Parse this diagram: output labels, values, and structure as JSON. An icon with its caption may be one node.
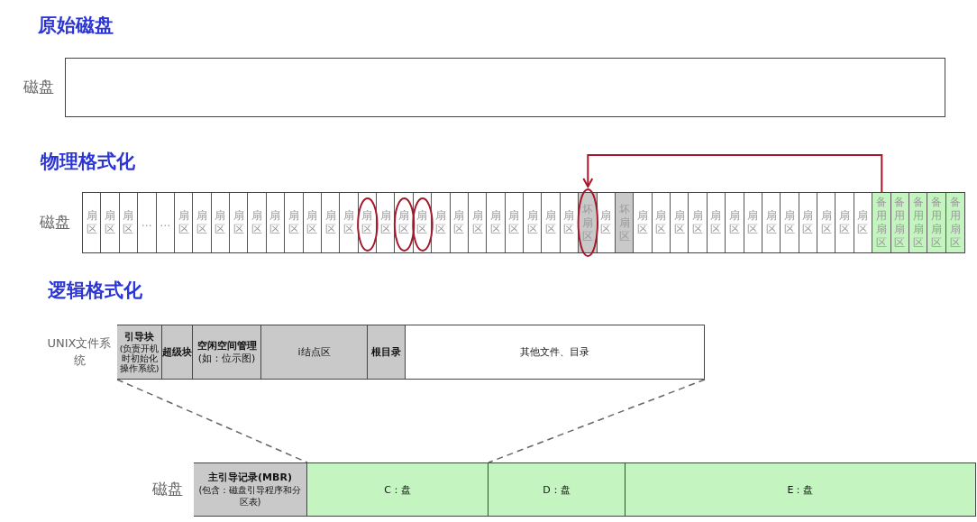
{
  "diagram": {
    "nodes": [
      {
        "text": [
          "磁盘"
        ]
      },
      {
        "text": [
          "磁盘"
        ]
      },
      {
        "text": [
          "扇区"
        ],
        "in": 1
      },
      {
        "text": [
          "扇区"
        ],
        "in": 1
      },
      {
        "text": [
          "扇区"
        ],
        "in": 1
      },
      {
        "text": [
          "…"
        ],
        "in": 1
      },
      {
        "text": [
          "…"
        ],
        "in": 1
      },
      {
        "text": [
          "扇区"
        ],
        "in": 1
      },
      {
        "text": [
          "扇区"
        ],
        "in": 1
      },
      {
        "text": [
          "扇区"
        ],
        "in": 1
      },
      {
        "text": [
          "扇区"
        ],
        "in": 1
      },
      {
        "text": [
          "扇区"
        ],
        "in": 1
      },
      {
        "text": [
          "扇区"
        ],
        "in": 1
      },
      {
        "text": [
          "扇区"
        ],
        "in": 1
      },
      {
        "text": [
          "扇区"
        ],
        "in": 1
      },
      {
        "text": [
          "扇区"
        ],
        "in": 1
      },
      {
        "text": [
          "扇区"
        ],
        "in": 1
      },
      {
        "text": [
          "扇区"
        ],
        "in": 1
      },
      {
        "text": [
          "扇区"
        ],
        "in": 1
      },
      {
        "text": [
          "扇区"
        ],
        "in": 1
      },
      {
        "text": [
          "扇区"
        ],
        "in": 1
      },
      {
        "text": [
          "扇区"
        ],
        "in": 1
      },
      {
        "text": [
          "扇区"
        ],
        "in": 1
      },
      {
        "text": [
          "扇区"
        ],
        "in": 1
      },
      {
        "text": [
          "扇区"
        ],
        "in": 1
      },
      {
        "text": [
          "扇区"
        ],
        "in": 1
      },
      {
        "text": [
          "扇区"
        ],
        "in": 1
      },
      {
        "text": [
          "扇区"
        ],
        "in": 1
      },
      {
        "text": [
          "扇区"
        ],
        "in": 1
      },
      {
        "text": [
          "坏扇区"
        ],
        "in": 1
      },
      {
        "text": [
          "扇区"
        ],
        "in": 1
      },
      {
        "text": [
          "坏扇区"
        ],
        "in": 1
      },
      {
        "text": [
          "扇区"
        ],
        "in": 1
      },
      {
        "text": [
          "扇区"
        ],
        "in": 1
      },
      {
        "text": [
          "扇区"
        ],
        "in": 1
      },
      {
        "text": [
          "扇区"
        ],
        "in": 1
      },
      {
        "text": [
          "扇区"
        ],
        "in": 1
      },
      {
        "text": [
          "扇区"
        ],
        "in": 1
      },
      {
        "text": [
          "扇区"
        ],
        "in": 1
      },
      {
        "text": [
          "扇区"
        ],
        "in": 1
      },
      {
        "text": [
          "扇区"
        ],
        "in": 1
      },
      {
        "text": [
          "扇区"
        ],
        "in": 1
      },
      {
        "text": [
          "扇区"
        ],
        "in": 1
      },
      {
        "text": [
          "扇区"
        ],
        "in": 1
      },
      {
        "text": [
          "扇区"
        ],
        "in": 1
      },
      {
        "text": [
          "备用扇区"
        ],
        "in": 1
      },
      {
        "text": [
          "备用扇区"
        ],
        "in": 1
      },
      {
        "text": [
          "备用扇区"
        ],
        "in": 1
      },
      {
        "text": [
          "备用扇区"
        ],
        "in": 1
      },
      {
        "text": [
          "备用扇区"
        ],
        "in": 1
      },
      {
        "text": [
          "UNIX文件系统"
        ]
      },
      {
        "text": [
          "引导块",
          "(负责开机时初始化操作系统)"
        ],
        "in": 50
      },
      {
        "text": [
          "超级块"
        ],
        "in": 50
      },
      {
        "text": [
          "空闲空间管理",
          "(如：位示图)"
        ],
        "in": 50
      },
      {
        "text": [
          "i结点区"
        ],
        "in": 50
      },
      {
        "text": [
          "根目录"
        ],
        "in": 50
      },
      {
        "text": [
          "其他文件、目录"
        ],
        "in": 50
      },
      {
        "text": [
          "磁盘"
        ]
      },
      {
        "text": [
          "主引导记录(MBR)",
          "(包含：磁盘引导程序和分区表)"
        ],
        "in": 57
      },
      {
        "text": [
          "C：盘"
        ],
        "in": 57
      },
      {
        "text": [
          "D：盘"
        ],
        "in": 57
      },
      {
        "text": [
          "E：盘"
        ],
        "in": 57
      }
    ],
    "edges": [
      {
        "from": 45,
        "to": 29,
        "arrow": "to",
        "color": "#a5182a"
      },
      {
        "from": 50,
        "to": 59,
        "arrow": "none",
        "style": "dashed"
      },
      {
        "from": 50,
        "to": 59,
        "arrow": "none",
        "style": "dashed"
      }
    ],
    "labels": [
      "原始磁盘",
      "物理格式化",
      "逻辑格式化"
    ]
  }
}
